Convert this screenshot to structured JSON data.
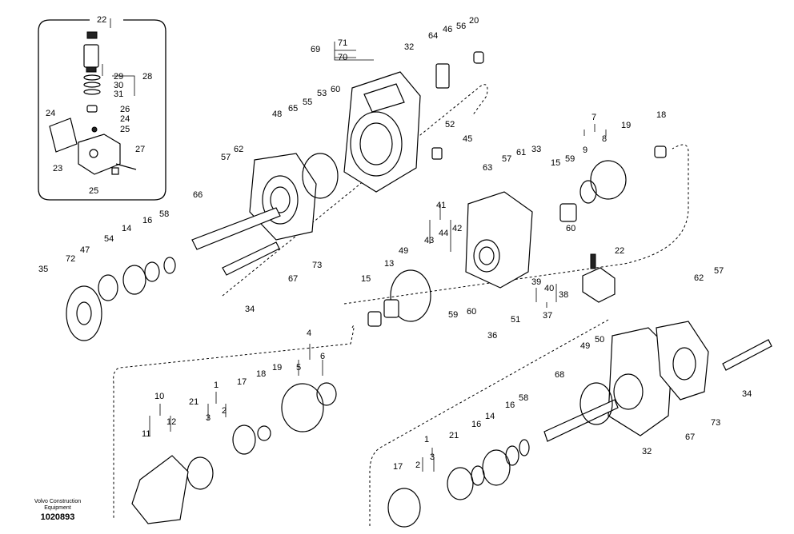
{
  "callouts": [
    "1",
    "2",
    "3",
    "4",
    "5",
    "6",
    "7",
    "8",
    "9",
    "10",
    "11",
    "12",
    "13",
    "14",
    "15",
    "16",
    "17",
    "18",
    "19",
    "20",
    "21",
    "22",
    "23",
    "24",
    "25",
    "26",
    "27",
    "28",
    "29",
    "30",
    "31",
    "32",
    "33",
    "34",
    "35",
    "36",
    "37",
    "38",
    "39",
    "40",
    "41",
    "42",
    "43",
    "44",
    "45",
    "46",
    "47",
    "48",
    "49",
    "50",
    "51",
    "52",
    "53",
    "54",
    "55",
    "56",
    "57",
    "58",
    "59",
    "60",
    "61",
    "62",
    "63",
    "64",
    "65",
    "66",
    "67",
    "68",
    "69",
    "70",
    "71",
    "72",
    "73"
  ],
  "branding": {
    "company_line1": "Volvo Construction",
    "company_line2": "Equipment",
    "drawing_number": "1020893"
  }
}
